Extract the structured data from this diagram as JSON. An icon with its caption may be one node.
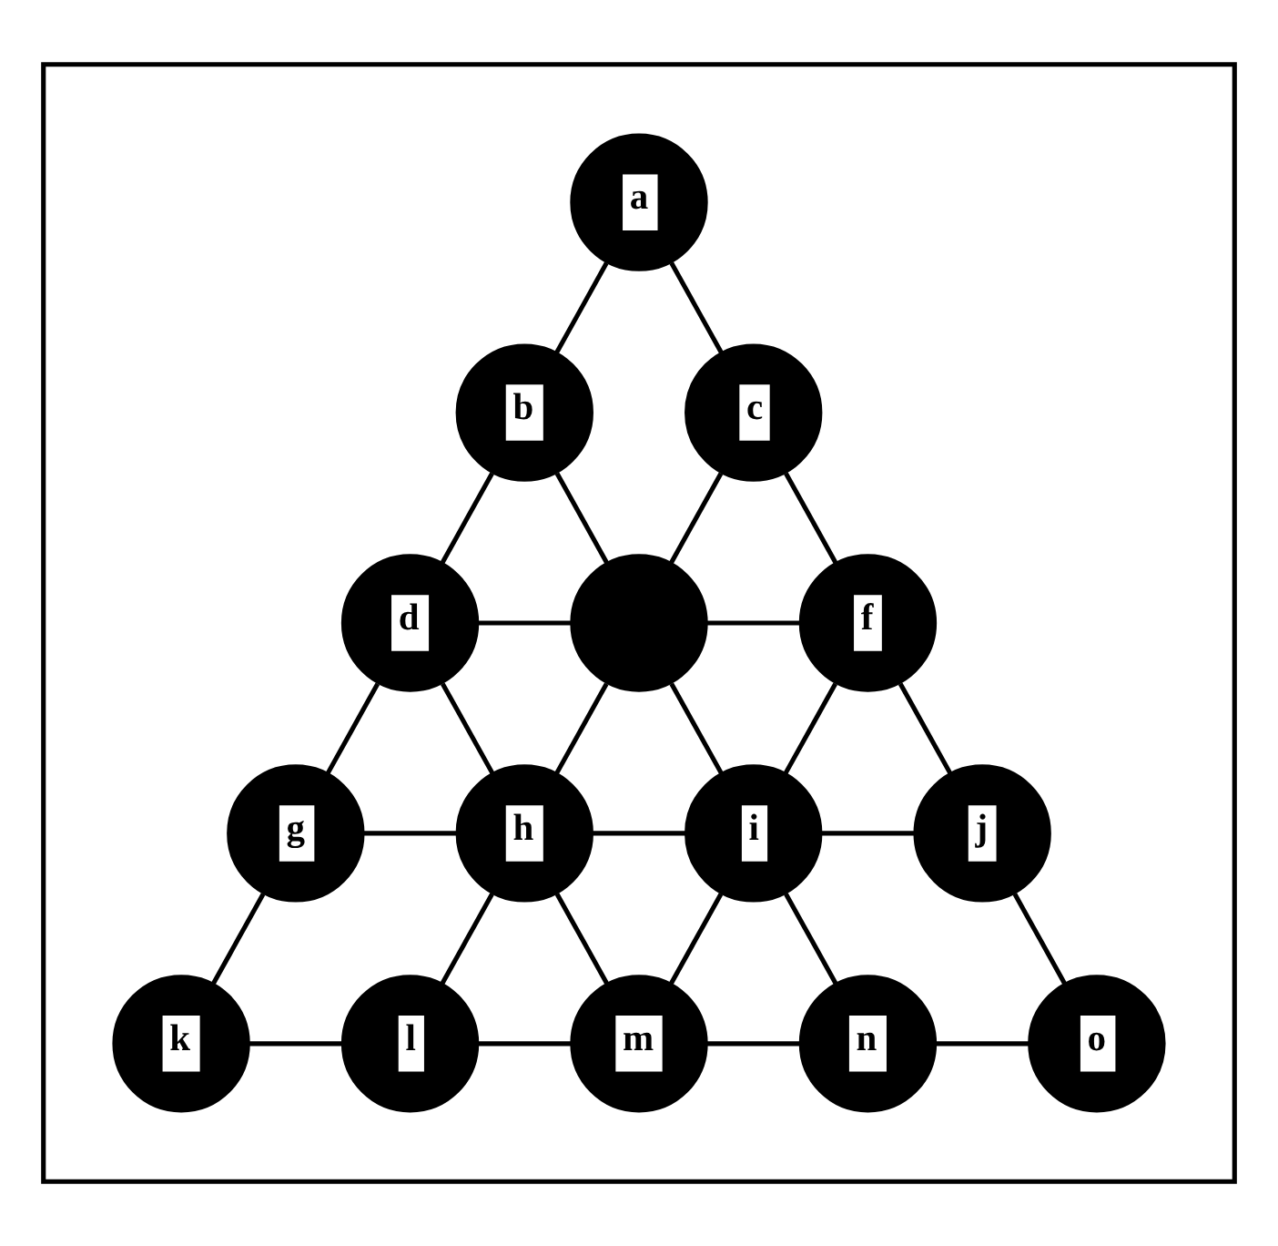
{
  "diagram": {
    "nodes": [
      {
        "text": [],
        "shape": "triangle"
      },
      {
        "text": [
          "a"
        ],
        "in": 0
      },
      {
        "text": [
          "b"
        ],
        "in": 0
      },
      {
        "text": [
          "c"
        ],
        "in": 0
      },
      {
        "text": [
          "d"
        ],
        "in": 0
      },
      {
        "text": [],
        "shape": "circle",
        "in": 0
      },
      {
        "text": [
          "f"
        ],
        "in": 0
      },
      {
        "text": [
          "g"
        ],
        "in": 0
      },
      {
        "text": [
          "h"
        ],
        "in": 0
      },
      {
        "text": [
          "i"
        ],
        "in": 0
      },
      {
        "text": [
          "j"
        ],
        "in": 0
      },
      {
        "text": [
          "k"
        ],
        "in": 0
      },
      {
        "text": [
          "l"
        ],
        "in": 0
      },
      {
        "text": [
          "m"
        ],
        "in": 0
      },
      {
        "text": [
          "n"
        ],
        "in": 0
      },
      {
        "text": [
          "o"
        ],
        "in": 0
      }
    ],
    "edges": [
      {
        "from": 1,
        "to": 2,
        "arrow": "none"
      },
      {
        "from": 1,
        "to": 3,
        "arrow": "none"
      },
      {
        "from": 2,
        "to": 4,
        "arrow": "none"
      },
      {
        "from": 2,
        "to": 5,
        "arrow": "none"
      },
      {
        "from": 3,
        "to": 5,
        "arrow": "none"
      },
      {
        "from": 3,
        "to": 6,
        "arrow": "none"
      },
      {
        "from": 4,
        "to": 5,
        "arrow": "none"
      },
      {
        "from": 5,
        "to": 6,
        "arrow": "none"
      },
      {
        "from": 4,
        "to": 7,
        "arrow": "none"
      },
      {
        "from": 4,
        "to": 8,
        "arrow": "none"
      },
      {
        "from": 5,
        "to": 8,
        "arrow": "none"
      },
      {
        "from": 5,
        "to": 9,
        "arrow": "none"
      },
      {
        "from": 6,
        "to": 9,
        "arrow": "none"
      },
      {
        "from": 6,
        "to": 10,
        "arrow": "none"
      },
      {
        "from": 7,
        "to": 8,
        "arrow": "none"
      },
      {
        "from": 8,
        "to": 9,
        "arrow": "none"
      },
      {
        "from": 9,
        "to": 10,
        "arrow": "none"
      },
      {
        "from": 7,
        "to": 11,
        "arrow": "none"
      },
      {
        "from": 8,
        "to": 12,
        "arrow": "none"
      },
      {
        "from": 8,
        "to": 13,
        "arrow": "none"
      },
      {
        "from": 9,
        "to": 13,
        "arrow": "none"
      },
      {
        "from": 9,
        "to": 14,
        "arrow": "none"
      },
      {
        "from": 10,
        "to": 15,
        "arrow": "none"
      },
      {
        "from": 11,
        "to": 12,
        "arrow": "none"
      },
      {
        "from": 12,
        "to": 13,
        "arrow": "none"
      },
      {
        "from": 13,
        "to": 14,
        "arrow": "none"
      },
      {
        "from": 14,
        "to": 15,
        "arrow": "none"
      }
    ]
  }
}
